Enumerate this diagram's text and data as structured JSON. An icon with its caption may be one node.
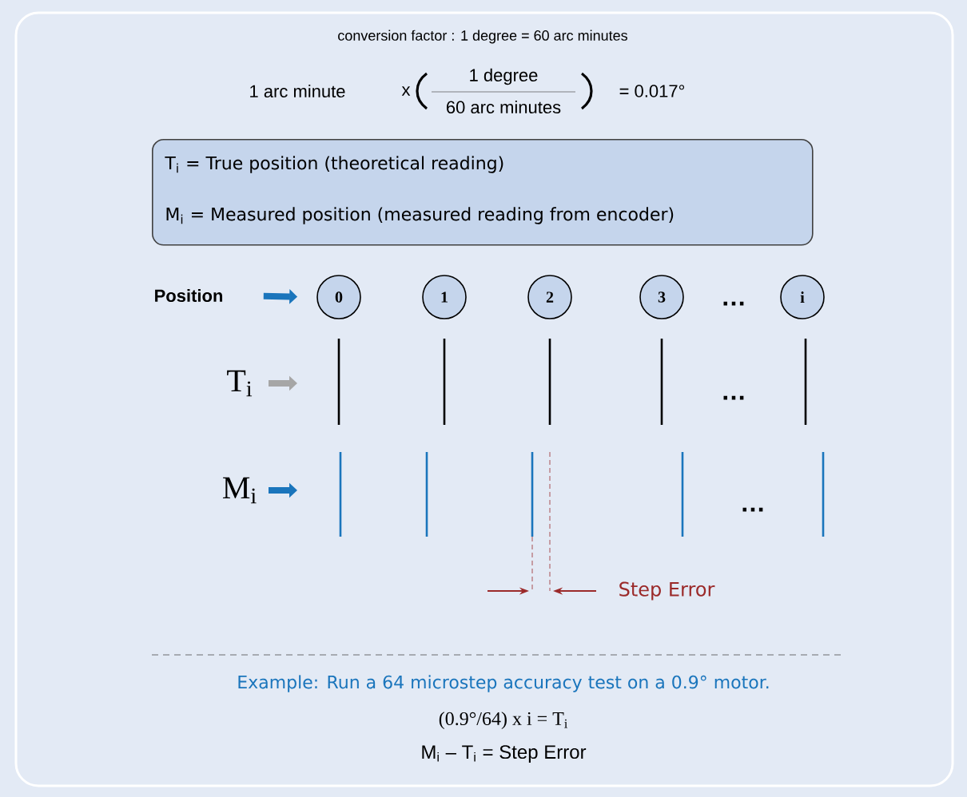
{
  "diagram": {
    "nodes": [
      {
        "text": [
          "T$_{i}$ = True position (theoretical reading)",
          "M$_{i}$ = Measured position (measured reading from encoder)"
        ]
      },
      {
        "text": [
          "Position"
        ]
      },
      {
        "text": [
          "0"
        ]
      },
      {
        "text": [
          "1"
        ]
      },
      {
        "text": [
          "2"
        ]
      },
      {
        "text": [
          "3"
        ]
      },
      {
        "text": [
          "i"
        ]
      }
    ],
    "edges": [
      {
        "from": 1,
        "to": 2,
        "arrow": "to"
      }
    ],
    "labels": [
      "conversion factor : 1 degree = 60 arc minutes",
      "1 arc minute",
      "x",
      "1 degree",
      "60 arc minutes",
      "= 0.017°",
      "…",
      "T$_{i}$",
      "…",
      "M$_{i}$",
      "…",
      "Step Error",
      "Example: Run a 64 microstep accuracy test on a 0.9° motor.",
      "(0.9°/64) x i = T$_{i}$",
      "M$_{i}$ – T$_{i}$ = Step Error"
    ]
  }
}
